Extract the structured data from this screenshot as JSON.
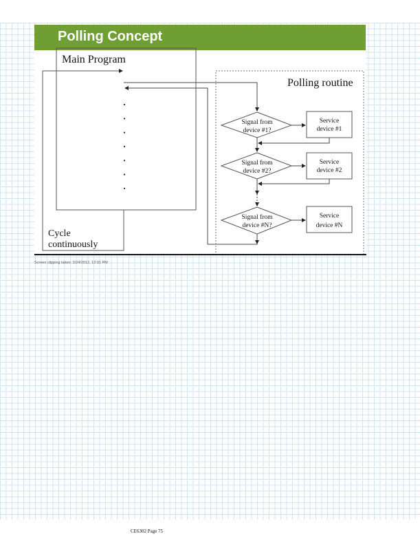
{
  "slide": {
    "title": "Polling Concept",
    "accent_color": "#6f9f33",
    "main_program_label": "Main Program",
    "cycle_label_line1": "Cycle",
    "cycle_label_line2": "continuously",
    "polling_routine_label": "Polling routine",
    "decisions": [
      {
        "line1": "Signal from",
        "line2": "device #1?"
      },
      {
        "line1": "Signal from",
        "line2": "device #2?"
      },
      {
        "line1": "Signal from",
        "line2": "device #N?"
      }
    ],
    "services": [
      {
        "line1": "Service",
        "line2": "device #1"
      },
      {
        "line1": "Service",
        "line2": "device #2"
      },
      {
        "line1": "Service",
        "line2": "device #N"
      }
    ],
    "ellipsis_dots": 7
  },
  "caption": "Screen clipping taken: 3/24/2012, 12:01 PM",
  "footer": "CE6302 Page 75"
}
